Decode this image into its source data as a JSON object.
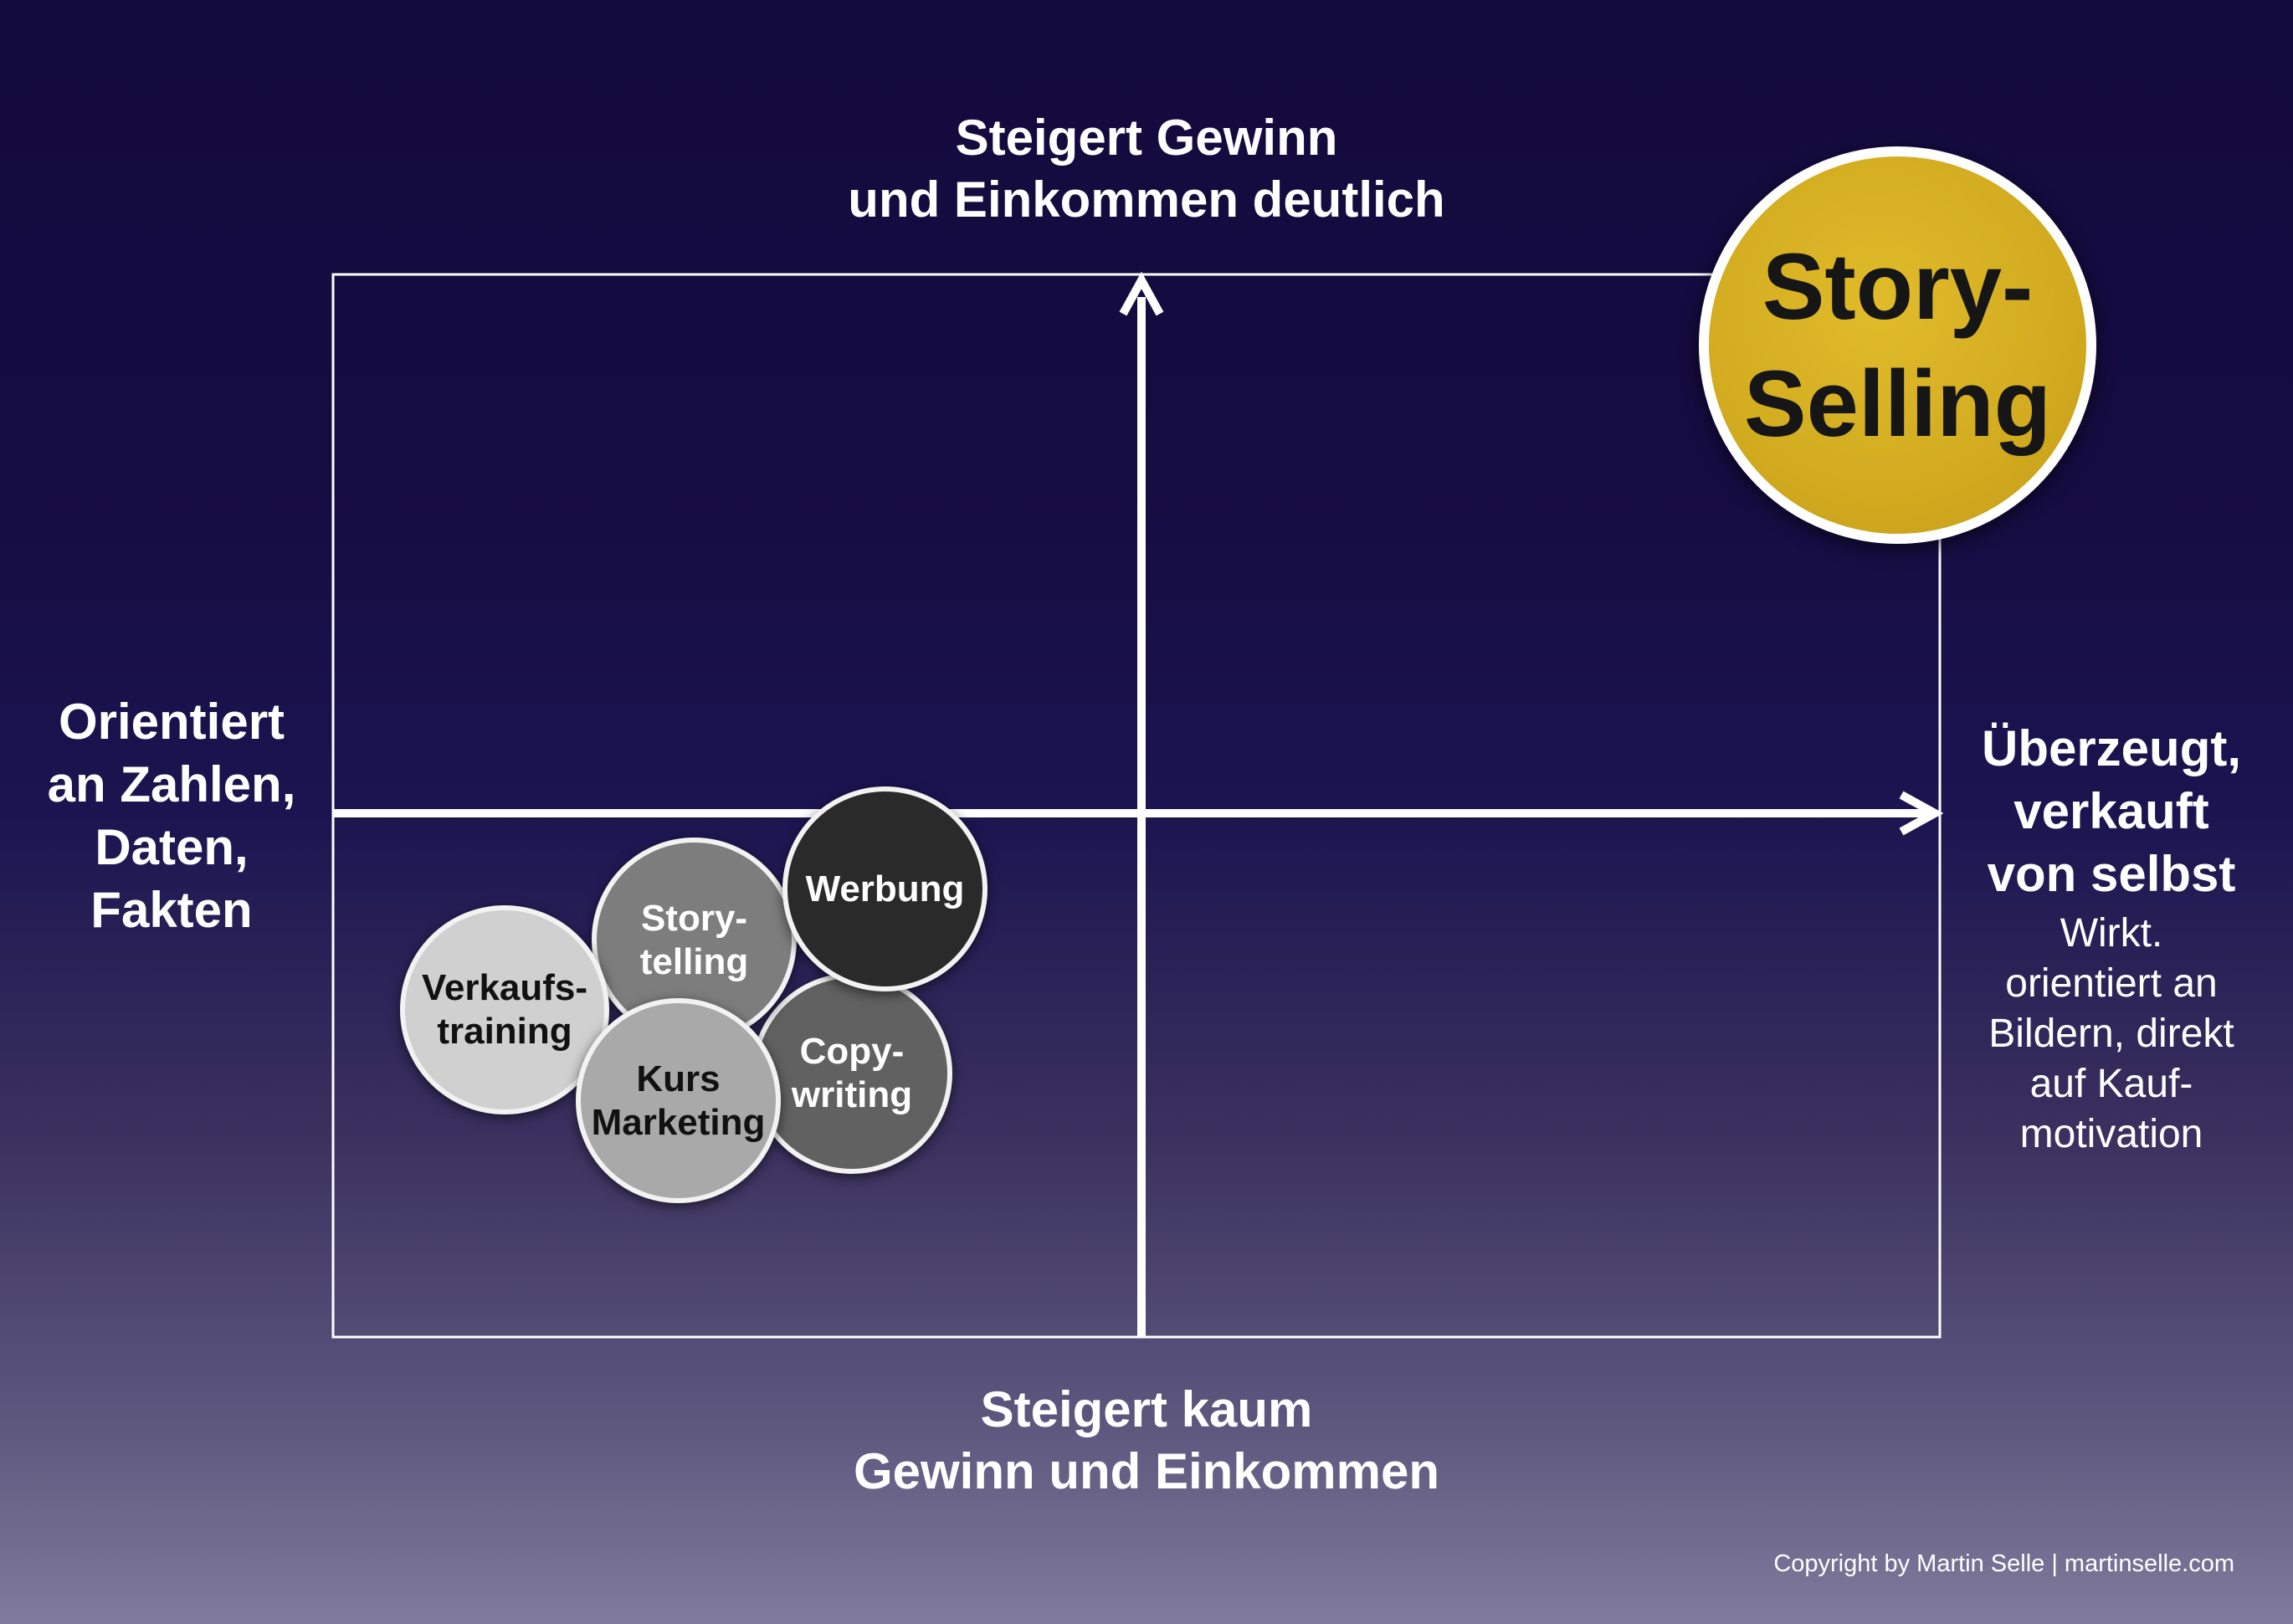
{
  "axes": {
    "top": [
      "Steigert Gewinn",
      "und Einkommen deutlich"
    ],
    "bottom": [
      "Steigert kaum",
      "Gewinn und Einkommen"
    ],
    "left": [
      "Orientiert",
      "an Zahlen,",
      "Daten,",
      "Fakten"
    ],
    "right": [
      "Überzeugt,",
      "verkauft",
      "von selbst"
    ],
    "right_sub": [
      "Wirkt.",
      "orientiert an",
      "Bildern, direkt",
      "auf Kauf-",
      "motivation"
    ]
  },
  "bubbles": {
    "verkaufstraining": [
      "Verkaufs-",
      "training"
    ],
    "storytelling": [
      "Story-",
      "telling"
    ],
    "werbung": [
      "Werbung"
    ],
    "copywriting": [
      "Copy-",
      "writing"
    ],
    "kurs_marketing": [
      "Kurs",
      "Marketing"
    ]
  },
  "highlight": [
    "Story-",
    "Selling"
  ],
  "copyright": "Copyright by Martin Selle | martinselle.com",
  "colors": {
    "background_top": "#130a3d",
    "background_bottom": "#807a9c",
    "highlight": "#d2ab20",
    "axis": "#ffffff"
  }
}
